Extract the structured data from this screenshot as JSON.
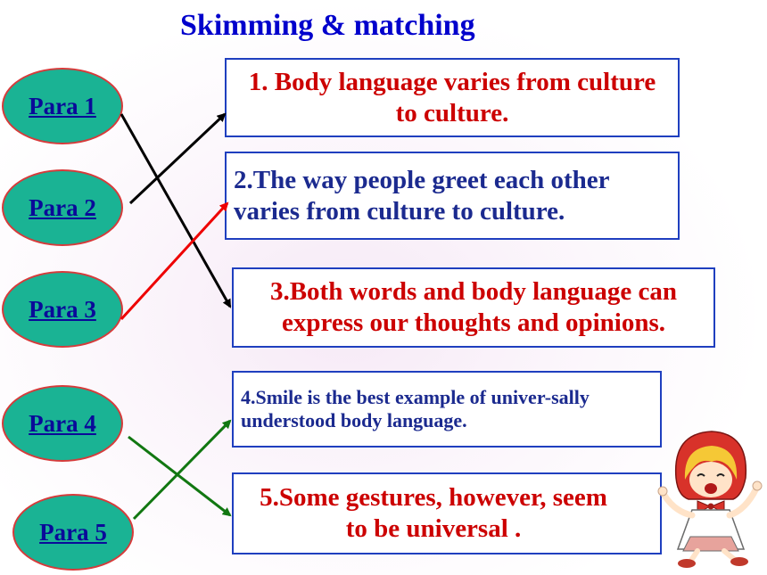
{
  "title": "Skimming & matching",
  "paras": [
    {
      "label": "Para 1"
    },
    {
      "label": "Para 2"
    },
    {
      "label": "Para 3"
    },
    {
      "label": "Para 4"
    },
    {
      "label": "Para 5"
    }
  ],
  "statements": [
    {
      "text": "1.   Body language varies from culture to culture.",
      "color": "#cc0000"
    },
    {
      "text": "2.The way people greet each other varies  from culture to culture.",
      "color": "#1b2a8f"
    },
    {
      "text": "3.Both words and body language can express  our thoughts and opinions.",
      "color": "#cc0000"
    },
    {
      "text": "4.Smile is the best example of univer-sally  understood body language.",
      "color": "#1b2a8f"
    },
    {
      "text": "5.Some gestures, however, seem to be universal .",
      "color": "#cc0000"
    }
  ],
  "matches": [
    {
      "para": "Para 1",
      "statement": 3,
      "color": "#000000"
    },
    {
      "para": "Para 2",
      "statement": 1,
      "color": "#000000"
    },
    {
      "para": "Para 3",
      "statement": 2,
      "color": "#ee0000"
    },
    {
      "para": "Para 4",
      "statement": 5,
      "color": "#117711"
    },
    {
      "para": "Para 5",
      "statement": 4,
      "color": "#117711"
    }
  ]
}
